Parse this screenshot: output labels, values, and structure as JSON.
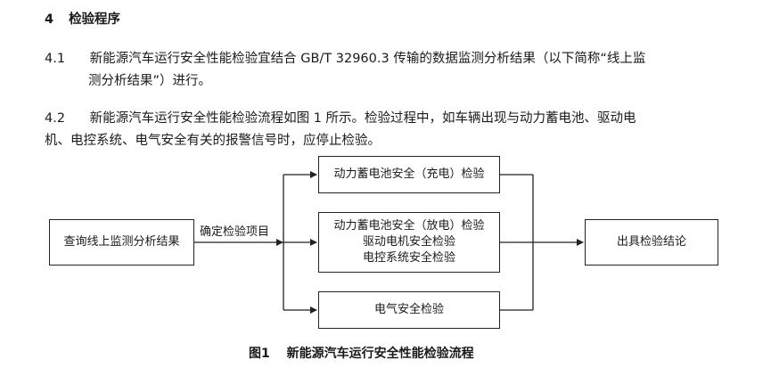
{
  "section": {
    "number": "4",
    "title": "检验程序"
  },
  "paragraphs": [
    {
      "number": "4.1",
      "line1": "新能源汽车运行安全性能检验宜结合 GB/T 32960.3 传输的数据监测分析结果（以下简称“线上监",
      "line2": "测分析结果”）进行。"
    },
    {
      "number": "4.2",
      "line1": "新能源汽车运行安全性能检验流程如图 1 所示。检验过程中，如车辆出现与动力蓄电池、驱动电",
      "line2": "机、电控系统、电气安全有关的报警信号时，应停止检验。"
    }
  ],
  "flowchart": {
    "start": "查询线上监测分析结果",
    "branch_label": "确定检验项目",
    "items": [
      {
        "lines": [
          "动力蓄电池安全（充电）检验"
        ]
      },
      {
        "lines": [
          "动力蓄电池安全（放电）检验",
          "驱动电机安全检验",
          "电控系统安全检验"
        ]
      },
      {
        "lines": [
          "电气安全检验"
        ]
      }
    ],
    "end": "出具检验结论"
  },
  "caption": {
    "figure": "图1",
    "title": "新能源汽车运行安全性能检验流程"
  }
}
